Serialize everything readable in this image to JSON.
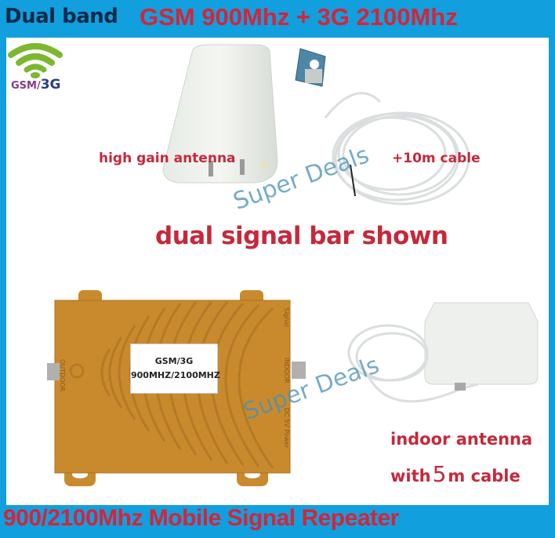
{
  "header": {
    "left_title": "Dual band",
    "right_title": "GSM 900Mhz + 3G 2100Mhz"
  },
  "badge": {
    "icon": "wifi-signal-icon",
    "label_part1": "GSM/",
    "label_part2": "3G"
  },
  "labels": {
    "outdoor_antenna": "high gain antenna",
    "cable_10m": "+10m cable",
    "signal_bar": "dual signal bar shown",
    "indoor_antenna_line1": "indoor antenna",
    "indoor_antenna_line2_a": "with",
    "indoor_antenna_line2_b": "5",
    "indoor_antenna_line2_c": "m cable"
  },
  "repeater": {
    "label_line1": "GSM/3G",
    "label_line2": "900MHZ/2100MHZ",
    "port_left": "OUTDOOR",
    "port_right": "INDOOR",
    "side_signal": "Signal",
    "side_power": "DC 5V Power"
  },
  "watermark": {
    "text": "Super Deals"
  },
  "footer": {
    "title": "900/2100Mhz Mobile Signal Repeater"
  },
  "colors": {
    "border_blue": "#129fdd",
    "title_red": "#d4253a",
    "label_red": "#c6283a",
    "header_navy": "#0d2a4a",
    "repeater_gold": "#c98a2e",
    "wifi_green": "#7cb82f"
  }
}
